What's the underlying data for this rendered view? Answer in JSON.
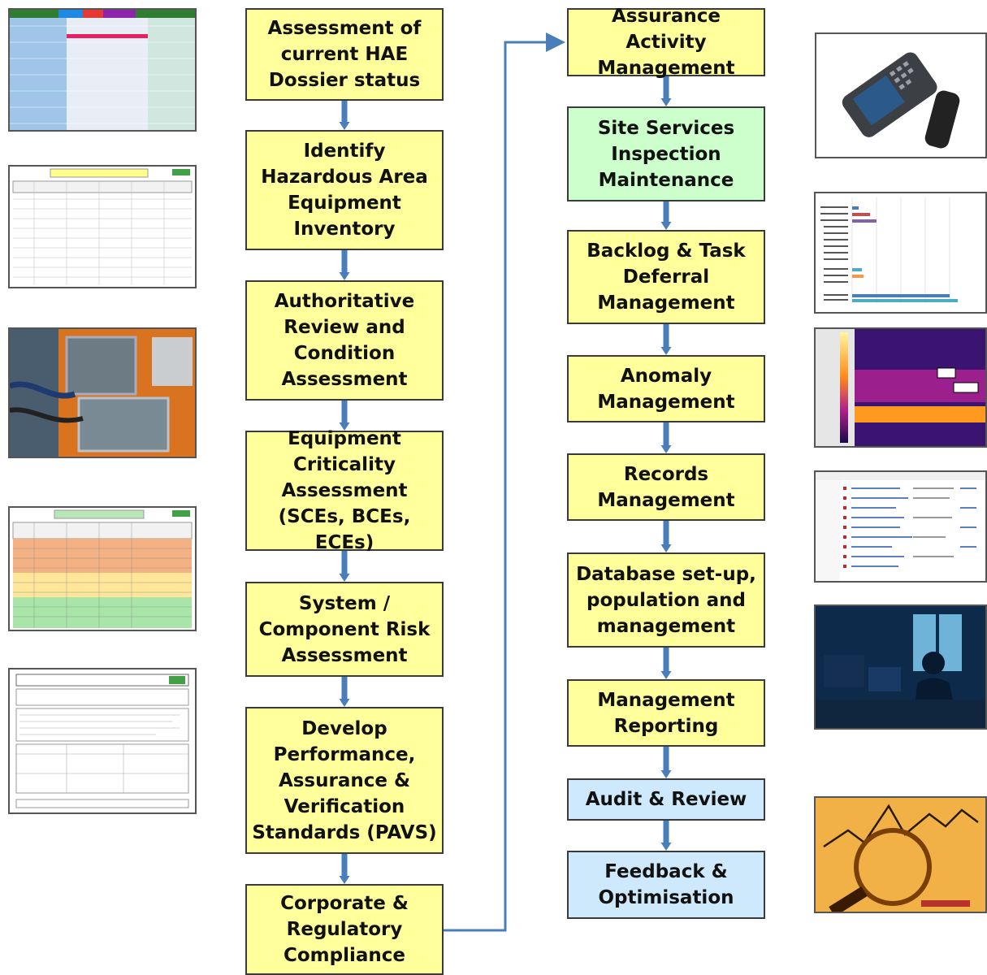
{
  "left_column": [
    {
      "id": "assessment",
      "label": "Assessment of\ncurrent HAE\nDossier status",
      "color": "yellow"
    },
    {
      "id": "identify",
      "label": "Identify\nHazardous Area\nEquipment\nInventory",
      "color": "yellow"
    },
    {
      "id": "authoritative",
      "label": "Authoritative\nReview and\nCondition\nAssessment",
      "color": "yellow"
    },
    {
      "id": "criticality",
      "label": "Equipment\nCriticality\nAssessment\n(SCEs, BCEs, ECEs)",
      "color": "yellow"
    },
    {
      "id": "risk",
      "label": "System /\nComponent Risk\nAssessment",
      "color": "yellow"
    },
    {
      "id": "pavs",
      "label": "Develop\nPerformance,\nAssurance &\nVerification\nStandards (PAVS)",
      "color": "yellow"
    },
    {
      "id": "compliance",
      "label": "Corporate &\nRegulatory\nCompliance",
      "color": "yellow"
    }
  ],
  "right_column": [
    {
      "id": "assurance",
      "label": "Assurance Activity\nManagement",
      "color": "yellow"
    },
    {
      "id": "site",
      "label": "Site Services\nInspection\nMaintenance",
      "color": "green"
    },
    {
      "id": "backlog",
      "label": "Backlog & Task\nDeferral\nManagement",
      "color": "yellow"
    },
    {
      "id": "anomaly",
      "label": "Anomaly\nManagement",
      "color": "yellow"
    },
    {
      "id": "records",
      "label": "Records\nManagement",
      "color": "yellow"
    },
    {
      "id": "database",
      "label": "Database set-up,\npopulation and\nmanagement",
      "color": "yellow"
    },
    {
      "id": "reporting",
      "label": "Management\nReporting",
      "color": "yellow"
    },
    {
      "id": "audit",
      "label": "Audit & Review",
      "color": "blue"
    },
    {
      "id": "feedback",
      "label": "Feedback &\nOptimisation",
      "color": "blue"
    }
  ],
  "colors": {
    "yellow": "#ffff9c",
    "green": "#ccffcc",
    "blue": "#cde9fb",
    "arrow": "#4a7ebb"
  },
  "left_images": [
    "spreadsheet-color-image",
    "spreadsheet-white-image",
    "junction-box-photo",
    "spreadsheet-rag-image",
    "form-document-image"
  ],
  "right_images": [
    "handheld-scanner-photo",
    "bar-chart-image",
    "thermal-image",
    "records-list-image",
    "engineer-at-desk-photo",
    "magnifier-chart-photo"
  ]
}
